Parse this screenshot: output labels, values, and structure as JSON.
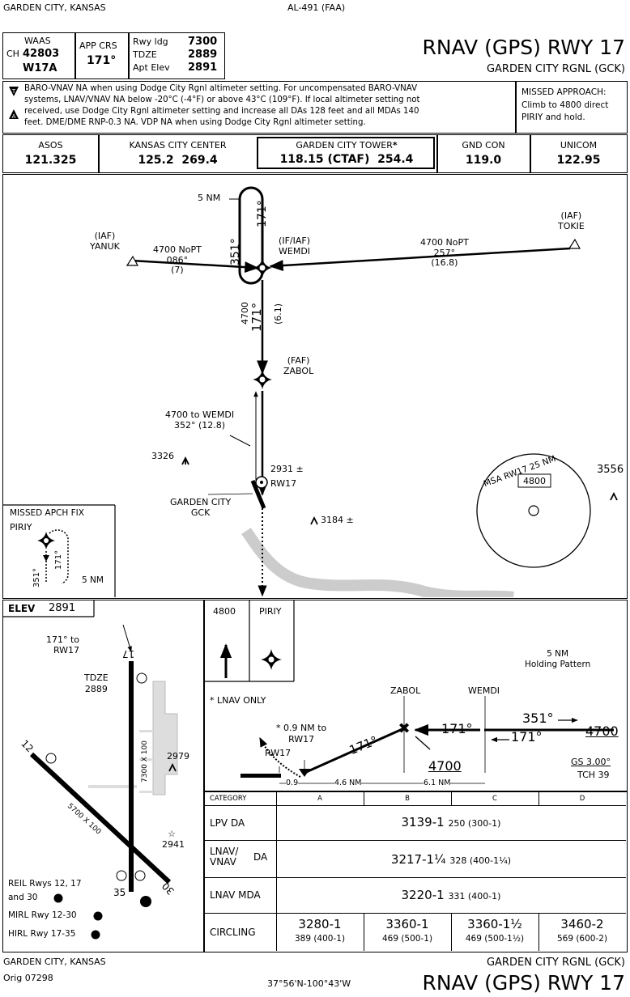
{
  "header": {
    "location": "GARDEN CITY, KANSAS",
    "chart_id": "AL-491 (FAA)",
    "title": "RNAV (GPS) RWY 17",
    "airport": "GARDEN CITY RGNL (GCK)"
  },
  "info_box": {
    "waas_label": "WAAS",
    "ch_label": "CH",
    "ch_value": "42803",
    "waas_id": "W17A",
    "app_crs_label": "APP CRS",
    "app_crs_value": "171°",
    "rwy_ldg_label": "Rwy ldg",
    "rwy_ldg_value": "7300",
    "tdze_label": "TDZE",
    "tdze_value": "2889",
    "apt_elev_label": "Apt Elev",
    "apt_elev_value": "2891"
  },
  "notes": {
    "line1": "BARO-VNAV NA when using Dodge City Rgnl altimeter setting.  For uncompensated BARO-VNAV",
    "line2": "systems, LNAV/VNAV NA below -20°C (-4°F) or above 43°C (109°F).  If local altimeter setting not",
    "line3": "received, use Dodge City Rgnl altimeter setting and increase all DAs 128 feet and all MDAs 140",
    "line4": "feet.  DME/DME RNP-0.3 NA.  VDP NA when using Dodge City Rgnl altimeter setting.",
    "missed_1": "MISSED APPROACH:",
    "missed_2": "Climb to 4800 direct",
    "missed_3": "PIRIY and hold."
  },
  "comms": [
    {
      "name": "ASOS",
      "freq": "121.325"
    },
    {
      "name": "KANSAS CITY CENTER",
      "freq": "125.2  269.4"
    },
    {
      "name": "GARDEN CITY TOWER",
      "freq": "118.15 (CTAF)  254.4"
    },
    {
      "name": "GND CON",
      "freq": "119.0"
    },
    {
      "name": "UNICOM",
      "freq": "122.95"
    }
  ],
  "plan": {
    "hold_dist": "5 NM",
    "hold_out": "171°",
    "hold_in": "351°",
    "yanuk": "(IAF)\nYANUK",
    "yanuk_leg": "4700 NoPT\n086°\n(7)",
    "wemdi": "(IF/IAF)\nWEMDI",
    "tokie": "(IAF)\nTOKIE",
    "tokie_leg": "4700 NoPT\n257°\n(16.8)",
    "final_alt": "4700",
    "final_crs": "171°",
    "final_dist": "(6.1)",
    "zabol": "(FAF)\nZABOL",
    "missed_leg": "4700 to WEMDI\n352° (12.8)",
    "obs1": "3326",
    "obs2": "2931",
    "obs3": "3184",
    "obs4": "3556",
    "rw17": "RW17",
    "airport_name": "GARDEN CITY\nGCK",
    "msa_label": "MSA RW17 25 NM",
    "msa_alt": "4800",
    "missed_fix_title": "MISSED APCH FIX",
    "piriy": "PIRIY",
    "mf_out": "171°",
    "mf_in": "351°",
    "mf_dist": "5 NM"
  },
  "airport_diagram": {
    "elev_label": "ELEV",
    "elev_value": "2891",
    "crs_to_rw": "171° to\nRW17",
    "tdze_label": "TDZE\n2889",
    "rwy_17": "17",
    "rwy_35": "35",
    "rwy_12": "12",
    "rwy_30": "30",
    "rwy_17_dims": "7300 X 100",
    "rwy_12_dims": "5700 X 100",
    "obs_a": "2979",
    "obs_b": "2941",
    "lighting1": "REIL Rwys 12, 17",
    "lighting2": "and 30",
    "lighting3": "MIRL Rwy 12-30",
    "lighting4": "HIRL Rwy 17-35"
  },
  "profile": {
    "alt_box": "4800",
    "piriy": "PIRIY",
    "hold_note": "5 NM\nHolding Pattern",
    "lnav_only": "* LNAV ONLY",
    "zabol": "ZABOL",
    "wemdi": "WEMDI",
    "note_09": "* 0.9 NM to\nRW17",
    "rw17": "RW17",
    "crs_final": "171°",
    "crs_171b": "171°",
    "hold_351": "351°",
    "hold_171": "171°",
    "alt_4700a": "4700",
    "alt_4700b": "4700",
    "gs": "GS 3.00°",
    "tch": "TCH 39",
    "d1": "0.9",
    "d2": "4.6 NM",
    "d3": "6.1 NM"
  },
  "minimums": {
    "headers": [
      "CATEGORY",
      "A",
      "B",
      "C",
      "D"
    ],
    "lpv_label": "LPV  DA",
    "lpv_value": "3139-1",
    "lpv_sub": "250 (300-1)",
    "lnavvnav_label": "LNAV/\nVNAV",
    "lnavvnav_da": "DA",
    "lnavvnav_value": "3217-1¼",
    "lnavvnav_sub": "328 (400-1¼)",
    "lnav_label": "LNAV MDA",
    "lnav_value": "3220-1",
    "lnav_sub": "331 (400-1)",
    "circling_label": "CIRCLING",
    "circling": [
      {
        "top": "3280-1",
        "sub": "389 (400-1)"
      },
      {
        "top": "3360-1",
        "sub": "469 (500-1)"
      },
      {
        "top": "3360-1½",
        "sub": "469 (500-1½)"
      },
      {
        "top": "3460-2",
        "sub": "569 (600-2)"
      }
    ]
  },
  "footer": {
    "location": "GARDEN CITY, KANSAS",
    "orig": "Orig 07298",
    "coords": "37°56'N-100°43'W",
    "airport": "GARDEN CITY RGNL (GCK)",
    "title": "RNAV (GPS) RWY 17"
  }
}
